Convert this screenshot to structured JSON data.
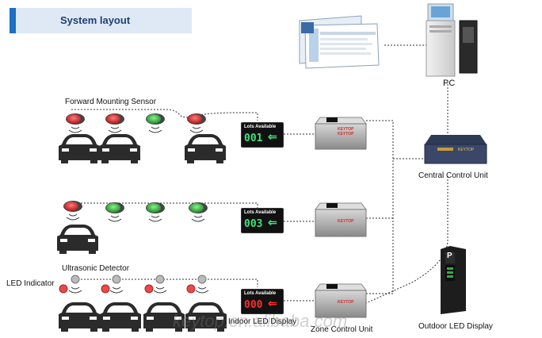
{
  "header": {
    "title": "System layout"
  },
  "labels": {
    "forward_sensor": "Forward Mounting Sensor",
    "ultrasonic": "Ultrasonic Detector",
    "led_indicator": "LED Indicator",
    "pc": "PC",
    "central": "Central Control Unit",
    "zone": "Zone Control Unit",
    "indoor": "Indoor LED Display",
    "outdoor": "Outdoor LED Display"
  },
  "displays": [
    {
      "title": "Lots Available",
      "count": "001",
      "arrow": "⇐",
      "color": "#3fe07a"
    },
    {
      "title": "Lots Available",
      "count": "003",
      "arrow": "⇐",
      "color": "#3fe07a"
    },
    {
      "title": "Lots Available",
      "count": "000",
      "arrow": "⇐",
      "color": "#ff2a2a"
    }
  ],
  "device_brand": "KEYTOP",
  "outdoor_sign_letter": "P",
  "watermark": "keytop.en.alibaba.com",
  "colors": {
    "sensor_red": "#d92b2b",
    "sensor_green": "#2fae3a",
    "accent": "#1f6fc2"
  }
}
